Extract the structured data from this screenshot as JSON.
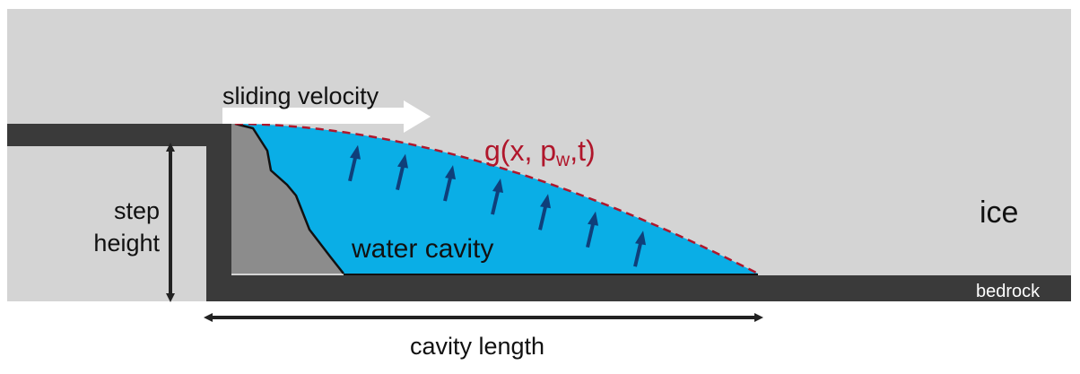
{
  "labels": {
    "sliding_velocity": "sliding velocity",
    "g_prefix": "g(x, p",
    "g_subscript": "w",
    "g_suffix": ",t)",
    "ice": "ice",
    "step_height_line1": "step",
    "step_height_line2": "height",
    "water_cavity": "water cavity",
    "bedrock": "bedrock",
    "cavity_length": "cavity length"
  },
  "colors": {
    "ice": "#d4d4d4",
    "bedrock": "#3a3a3a",
    "water": "#0aaee6",
    "sediment": "#8c8c8c",
    "pressure_arrows": "#0f3f7a",
    "profile_curve": "#b0162b",
    "dimension_arrows": "#222222",
    "velocity_arrow": "#ffffff"
  },
  "pressure_arrow_count": 7
}
